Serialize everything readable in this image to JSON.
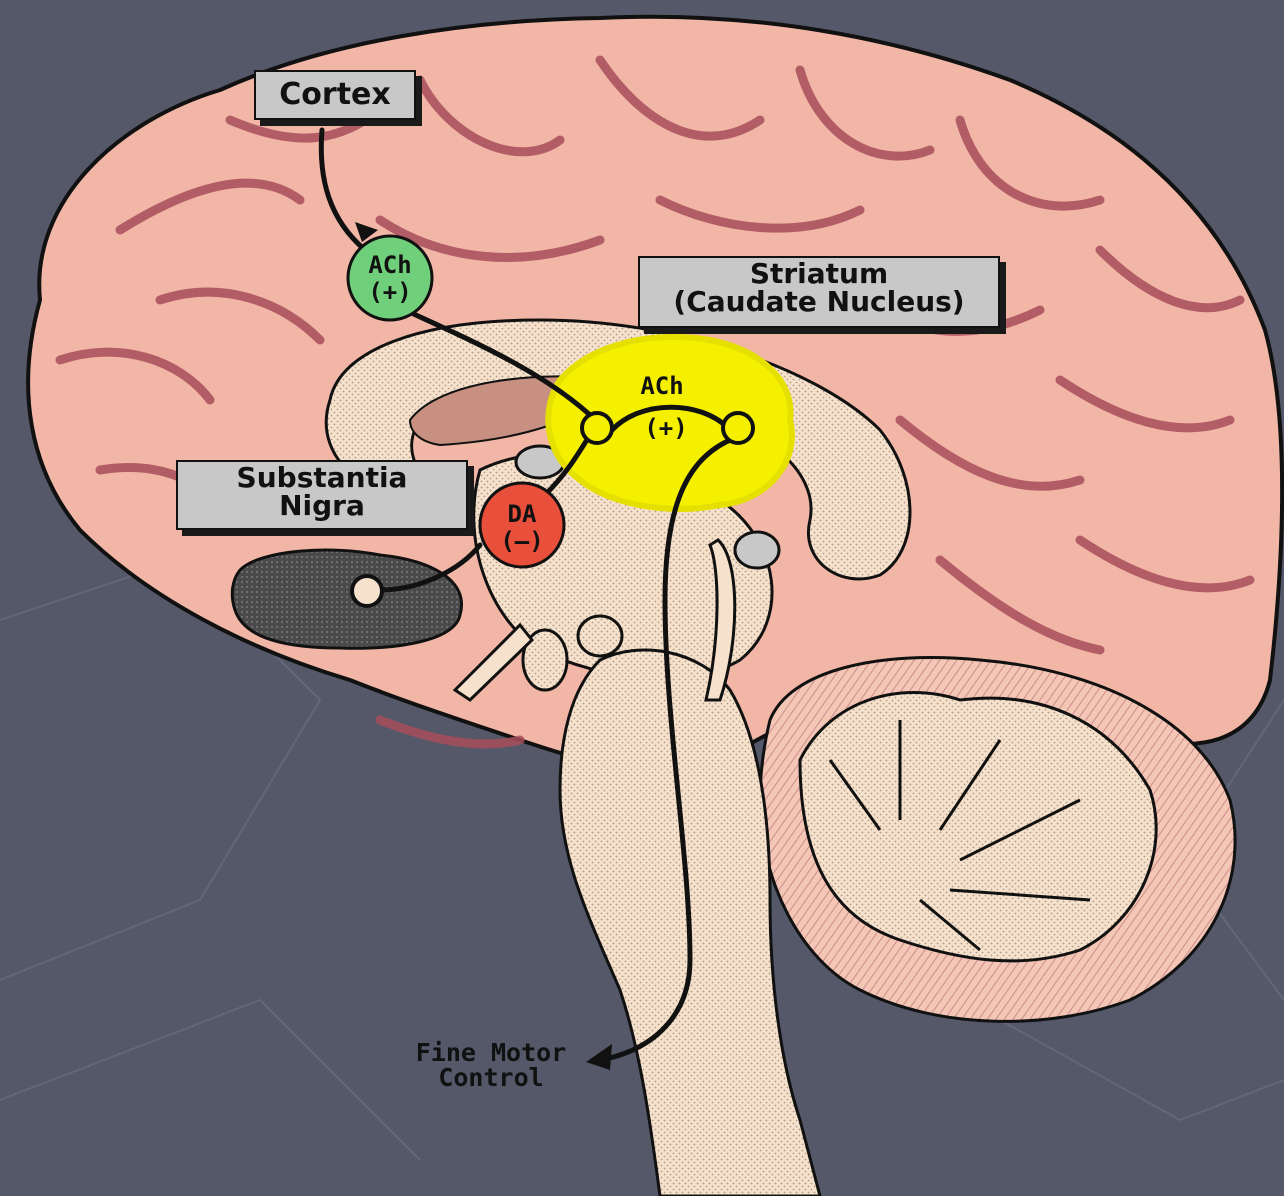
{
  "labels": {
    "cortex": "Cortex",
    "striatum_line1": "Striatum",
    "striatum_line2": "(Caudate Nucleus)",
    "substantia_line1": "Substantia",
    "substantia_line2": "Nigra",
    "fine_motor_line1": "Fine Motor",
    "fine_motor_line2": "Control"
  },
  "nodes": {
    "ach_cortex_top": "ACh",
    "ach_cortex_bottom": "(+)",
    "ach_striatum_top": "ACh",
    "ach_striatum_bottom": "(+)",
    "da_top": "DA",
    "da_bottom": "(–)"
  },
  "colors": {
    "background": "#545868",
    "brain": "#f2b6a6",
    "sulci": "#a84e5a",
    "brainstem": "#f5dcc4",
    "cerebellum": "#f3c6b6",
    "ach_node": "#6fcf7a",
    "da_node": "#e8503c",
    "striatum_glow": "#f4f000",
    "substantia_nigra": "#555555",
    "label_box": "#c8c8c8"
  }
}
